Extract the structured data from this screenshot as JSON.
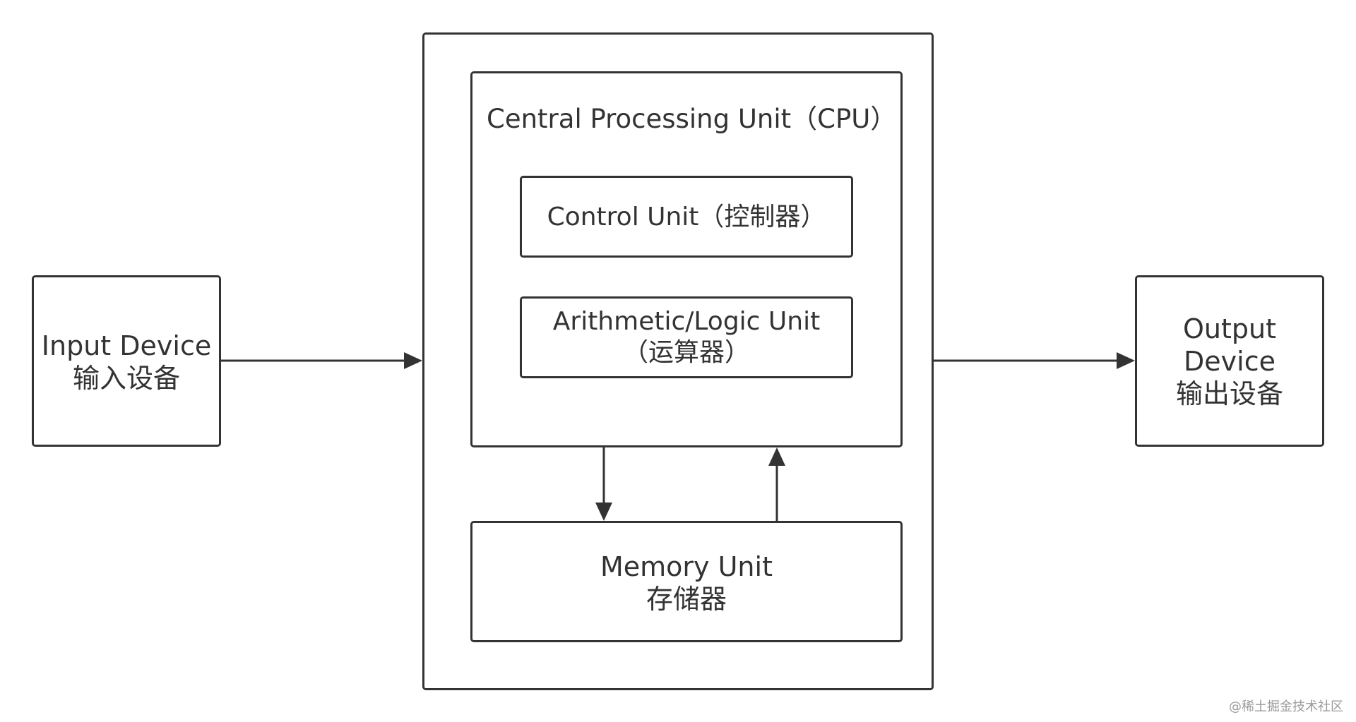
{
  "diagram": {
    "input_device": {
      "line1": "Input Device",
      "line2": "输入设备"
    },
    "computer": {
      "cpu": {
        "title": "Central Processing Unit（CPU）",
        "control_unit": "Control Unit（控制器）",
        "alu": {
          "line1": "Arithmetic/Logic Unit",
          "line2": "（运算器）"
        }
      },
      "memory_unit": {
        "line1": "Memory Unit",
        "line2": "存储器"
      }
    },
    "output_device": {
      "line1": "Output",
      "line2": "Device",
      "line3": "输出设备"
    },
    "colors": {
      "stroke": "#333333",
      "text": "#333333",
      "background": "#ffffff"
    }
  },
  "watermark": "@稀土掘金技术社区"
}
